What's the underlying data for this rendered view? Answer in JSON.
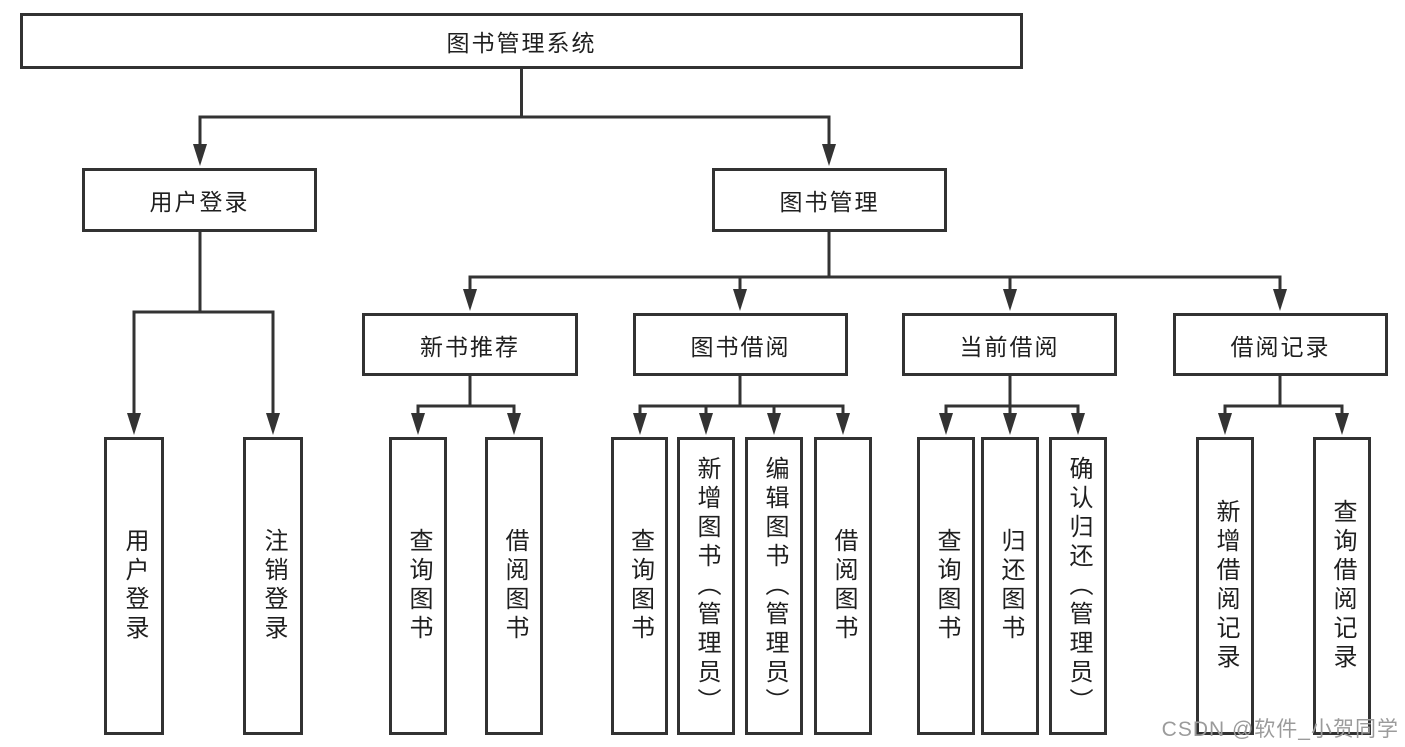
{
  "diagram": {
    "root": {
      "label": "图书管理系统"
    },
    "level2": [
      {
        "label": "用户登录"
      },
      {
        "label": "图书管理"
      }
    ],
    "level3": [
      {
        "label": "新书推荐"
      },
      {
        "label": "图书借阅"
      },
      {
        "label": "当前借阅"
      },
      {
        "label": "借阅记录"
      }
    ],
    "leaves": {
      "user_login": [
        "用户登录",
        "注销登录"
      ],
      "new_book_recommend": [
        "查询图书",
        "借阅图书"
      ],
      "book_borrow": [
        "查询图书",
        "新增图书（管理员）",
        "编辑图书（管理员）",
        "借阅图书"
      ],
      "current_borrow": [
        "查询图书",
        "归还图书",
        "确认归还（管理员）"
      ],
      "borrow_records": [
        "新增借阅记录",
        "查询借阅记录"
      ]
    },
    "watermark": "CSDN @软件_小贺同学",
    "colors": {
      "line": "#333333",
      "border": "#323232",
      "text": "#1f1f1f",
      "watermark": "#9b9b9b",
      "background": "#ffffff"
    }
  }
}
